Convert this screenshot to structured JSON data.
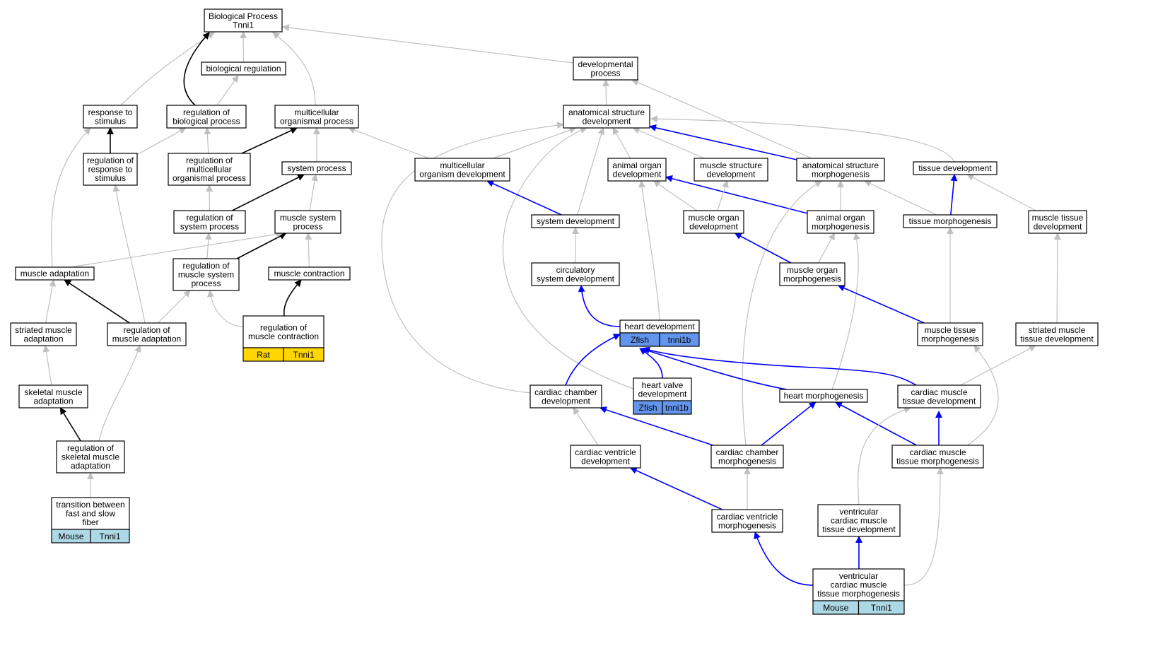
{
  "colors": {
    "gray": "#c0c0c0",
    "black": "#000000",
    "blue": "#0000ff",
    "rat": "#ffd700",
    "zfish": "#6495ed",
    "mouse": "#add8e6"
  },
  "nodes": [
    {
      "id": "bp",
      "lines": [
        "Biological Process",
        "Tnni1"
      ]
    },
    {
      "id": "bioreg",
      "lines": [
        "biological regulation"
      ]
    },
    {
      "id": "devproc",
      "lines": [
        "developmental",
        "process"
      ]
    },
    {
      "id": "resp",
      "lines": [
        "response to",
        "stimulus"
      ]
    },
    {
      "id": "regbio",
      "lines": [
        "regulation of",
        "biological process"
      ]
    },
    {
      "id": "mcop",
      "lines": [
        "multicellular",
        "organismal process"
      ]
    },
    {
      "id": "asd",
      "lines": [
        "anatomical structure",
        "development"
      ]
    },
    {
      "id": "regresp",
      "lines": [
        "regulation of",
        "response to",
        "stimulus"
      ]
    },
    {
      "id": "regmcop",
      "lines": [
        "regulation of",
        "multicellular",
        "organismal process"
      ]
    },
    {
      "id": "sysproc",
      "lines": [
        "system process"
      ]
    },
    {
      "id": "mcod",
      "lines": [
        "multicellular",
        "organism development"
      ]
    },
    {
      "id": "aod",
      "lines": [
        "animal organ",
        "development"
      ]
    },
    {
      "id": "msd",
      "lines": [
        "muscle structure",
        "development"
      ]
    },
    {
      "id": "asm",
      "lines": [
        "anatomical structure",
        "morphogenesis"
      ]
    },
    {
      "id": "tisdev",
      "lines": [
        "tissue development"
      ]
    },
    {
      "id": "regsys",
      "lines": [
        "regulation of",
        "system process"
      ]
    },
    {
      "id": "mussys",
      "lines": [
        "muscle system",
        "process"
      ]
    },
    {
      "id": "sysdev",
      "lines": [
        "system development"
      ]
    },
    {
      "id": "mod",
      "lines": [
        "muscle organ",
        "development"
      ]
    },
    {
      "id": "aom",
      "lines": [
        "animal organ",
        "morphogenesis"
      ]
    },
    {
      "id": "tismorph",
      "lines": [
        "tissue morphogenesis"
      ]
    },
    {
      "id": "mtd",
      "lines": [
        "muscle tissue",
        "development"
      ]
    },
    {
      "id": "musadapt",
      "lines": [
        "muscle adaptation"
      ]
    },
    {
      "id": "regmussys",
      "lines": [
        "regulation of",
        "muscle system",
        "process"
      ]
    },
    {
      "id": "muscont",
      "lines": [
        "muscle contraction"
      ]
    },
    {
      "id": "circ",
      "lines": [
        "circulatory",
        "system development"
      ]
    },
    {
      "id": "mom",
      "lines": [
        "muscle organ",
        "morphogenesis"
      ]
    },
    {
      "id": "striadapt",
      "lines": [
        "striated muscle",
        "adaptation"
      ]
    },
    {
      "id": "regmusadapt",
      "lines": [
        "regulation of",
        "muscle adaptation"
      ]
    },
    {
      "id": "regcont",
      "lines": [
        "regulation of",
        "muscle contraction"
      ],
      "tags": [
        "Rat",
        "Tnni1"
      ],
      "tagColor": "rat"
    },
    {
      "id": "heartdev",
      "lines": [
        "heart development"
      ],
      "tags": [
        "Zfish",
        "tnni1b"
      ],
      "tagColor": "zfish"
    },
    {
      "id": "mtm",
      "lines": [
        "muscle tissue",
        "morphogenesis"
      ]
    },
    {
      "id": "stmtd",
      "lines": [
        "striated muscle",
        "tissue development"
      ]
    },
    {
      "id": "skeladapt",
      "lines": [
        "skeletal muscle",
        "adaptation"
      ]
    },
    {
      "id": "ccd",
      "lines": [
        "cardiac chamber",
        "development"
      ]
    },
    {
      "id": "hvd",
      "lines": [
        "heart valve",
        "development"
      ],
      "tags": [
        "Zfish",
        "tnni1b"
      ],
      "tagColor": "zfish"
    },
    {
      "id": "hm",
      "lines": [
        "heart morphogenesis"
      ]
    },
    {
      "id": "cmtd",
      "lines": [
        "cardiac muscle",
        "tissue development"
      ]
    },
    {
      "id": "regskel",
      "lines": [
        "regulation of",
        "skeletal muscle",
        "adaptation"
      ]
    },
    {
      "id": "cvd",
      "lines": [
        "cardiac ventricle",
        "development"
      ]
    },
    {
      "id": "ccm",
      "lines": [
        "cardiac chamber",
        "morphogenesis"
      ]
    },
    {
      "id": "cmtm",
      "lines": [
        "cardiac muscle",
        "tissue morphogenesis"
      ]
    },
    {
      "id": "trans",
      "lines": [
        "transition between",
        "fast and slow",
        "fiber"
      ],
      "tags": [
        "Mouse",
        "Tnni1"
      ],
      "tagColor": "mouse"
    },
    {
      "id": "cvm",
      "lines": [
        "cardiac ventricle",
        "morphogenesis"
      ]
    },
    {
      "id": "vcmtd",
      "lines": [
        "ventricular",
        "cardiac muscle",
        "tissue development"
      ]
    },
    {
      "id": "vcmtm",
      "lines": [
        "ventricular",
        "cardiac muscle",
        "tissue morphogenesis"
      ],
      "tags": [
        "Mouse",
        "Tnni1"
      ],
      "tagColor": "mouse"
    }
  ],
  "edges": [
    {
      "from": "bioreg",
      "to": "bp",
      "color": "gray"
    },
    {
      "from": "resp",
      "to": "bp",
      "color": "gray"
    },
    {
      "from": "regbio",
      "to": "bp",
      "color": "black"
    },
    {
      "from": "mcop",
      "to": "bp",
      "color": "gray"
    },
    {
      "from": "devproc",
      "to": "bp",
      "color": "gray"
    },
    {
      "from": "regbio",
      "to": "bioreg",
      "color": "gray"
    },
    {
      "from": "asd",
      "to": "devproc",
      "color": "gray"
    },
    {
      "from": "asm",
      "to": "devproc",
      "color": "gray"
    },
    {
      "from": "regresp",
      "to": "resp",
      "color": "black"
    },
    {
      "from": "musadapt",
      "to": "resp",
      "color": "gray"
    },
    {
      "from": "regresp",
      "to": "regbio",
      "color": "gray"
    },
    {
      "from": "regmcop",
      "to": "regbio",
      "color": "gray"
    },
    {
      "from": "regmcop",
      "to": "mcop",
      "color": "black"
    },
    {
      "from": "sysproc",
      "to": "mcop",
      "color": "gray"
    },
    {
      "from": "mcod",
      "to": "mcop",
      "color": "gray"
    },
    {
      "from": "mcod",
      "to": "asd",
      "color": "gray"
    },
    {
      "from": "aod",
      "to": "asd",
      "color": "gray"
    },
    {
      "from": "msd",
      "to": "asd",
      "color": "gray"
    },
    {
      "from": "asm",
      "to": "asd",
      "color": "blue"
    },
    {
      "from": "tisdev",
      "to": "asd",
      "color": "gray"
    },
    {
      "from": "sysdev",
      "to": "asd",
      "color": "gray"
    },
    {
      "from": "ccd",
      "to": "asd",
      "color": "gray"
    },
    {
      "from": "hvd",
      "to": "asd",
      "color": "gray"
    },
    {
      "from": "regsys",
      "to": "regmcop",
      "color": "gray"
    },
    {
      "from": "regsys",
      "to": "sysproc",
      "color": "black"
    },
    {
      "from": "mussys",
      "to": "sysproc",
      "color": "gray"
    },
    {
      "from": "regmusadapt",
      "to": "regresp",
      "color": "gray"
    },
    {
      "from": "sysdev",
      "to": "mcod",
      "color": "blue"
    },
    {
      "from": "mod",
      "to": "aod",
      "color": "gray"
    },
    {
      "from": "aom",
      "to": "aod",
      "color": "blue"
    },
    {
      "from": "heartdev",
      "to": "aod",
      "color": "gray"
    },
    {
      "from": "mod",
      "to": "msd",
      "color": "gray"
    },
    {
      "from": "aom",
      "to": "asm",
      "color": "gray"
    },
    {
      "from": "tismorph",
      "to": "asm",
      "color": "gray"
    },
    {
      "from": "ccm",
      "to": "asm",
      "color": "gray"
    },
    {
      "from": "tismorph",
      "to": "tisdev",
      "color": "blue"
    },
    {
      "from": "mtd",
      "to": "tisdev",
      "color": "gray"
    },
    {
      "from": "regmussys",
      "to": "regsys",
      "color": "gray"
    },
    {
      "from": "regmussys",
      "to": "mussys",
      "color": "black"
    },
    {
      "from": "muscont",
      "to": "mussys",
      "color": "gray"
    },
    {
      "from": "musadapt",
      "to": "mussys",
      "color": "gray"
    },
    {
      "from": "circ",
      "to": "sysdev",
      "color": "gray"
    },
    {
      "from": "mom",
      "to": "mod",
      "color": "blue"
    },
    {
      "from": "mom",
      "to": "aom",
      "color": "gray"
    },
    {
      "from": "hm",
      "to": "aom",
      "color": "gray"
    },
    {
      "from": "mtm",
      "to": "tismorph",
      "color": "gray"
    },
    {
      "from": "stmtd",
      "to": "mtd",
      "color": "gray"
    },
    {
      "from": "striadapt",
      "to": "musadapt",
      "color": "gray"
    },
    {
      "from": "regmusadapt",
      "to": "musadapt",
      "color": "black"
    },
    {
      "from": "regmusadapt",
      "to": "regmussys",
      "color": "gray"
    },
    {
      "from": "regcont",
      "to": "regmussys",
      "color": "gray"
    },
    {
      "from": "regcont",
      "to": "muscont",
      "color": "black"
    },
    {
      "from": "heartdev",
      "to": "circ",
      "color": "blue"
    },
    {
      "from": "mtm",
      "to": "mom",
      "color": "blue"
    },
    {
      "from": "skeladapt",
      "to": "striadapt",
      "color": "gray"
    },
    {
      "from": "regskel",
      "to": "regmusadapt",
      "color": "gray"
    },
    {
      "from": "ccd",
      "to": "heartdev",
      "color": "blue"
    },
    {
      "from": "hvd",
      "to": "heartdev",
      "color": "blue"
    },
    {
      "from": "hm",
      "to": "heartdev",
      "color": "blue"
    },
    {
      "from": "cmtd",
      "to": "heartdev",
      "color": "blue"
    },
    {
      "from": "cmtm",
      "to": "mtm",
      "color": "gray"
    },
    {
      "from": "cmtd",
      "to": "stmtd",
      "color": "gray"
    },
    {
      "from": "regskel",
      "to": "skeladapt",
      "color": "black"
    },
    {
      "from": "cvd",
      "to": "ccd",
      "color": "gray"
    },
    {
      "from": "ccm",
      "to": "ccd",
      "color": "blue"
    },
    {
      "from": "ccm",
      "to": "hm",
      "color": "blue"
    },
    {
      "from": "cmtm",
      "to": "hm",
      "color": "blue"
    },
    {
      "from": "cmtm",
      "to": "cmtd",
      "color": "blue"
    },
    {
      "from": "vcmtd",
      "to": "cmtd",
      "color": "gray"
    },
    {
      "from": "trans",
      "to": "regskel",
      "color": "gray"
    },
    {
      "from": "cvm",
      "to": "cvd",
      "color": "blue"
    },
    {
      "from": "cvm",
      "to": "ccm",
      "color": "gray"
    },
    {
      "from": "vcmtm",
      "to": "cmtm",
      "color": "gray"
    },
    {
      "from": "vcmtm",
      "to": "cvm",
      "color": "blue"
    },
    {
      "from": "vcmtm",
      "to": "vcmtd",
      "color": "blue"
    }
  ]
}
